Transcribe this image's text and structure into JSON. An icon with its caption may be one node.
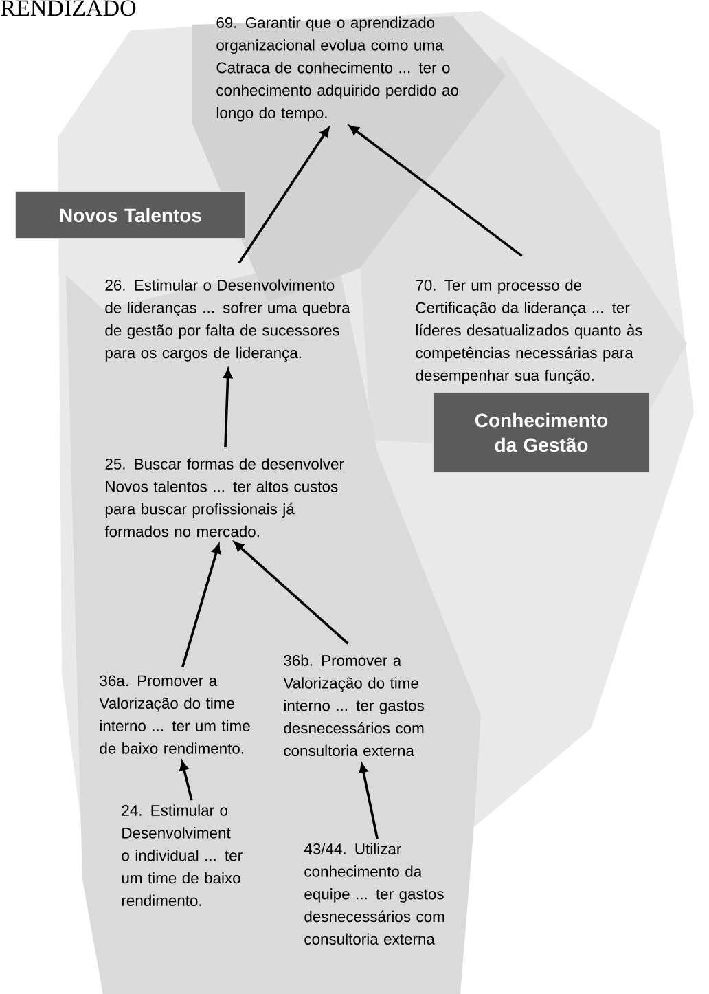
{
  "diagram": {
    "nodes": [
      {
        "text": [
          "69. Garantir que o aprendizado organizacional evolua como uma Catraca de conhecimento ... ter o conhecimento adquirido perdido ao longo do tempo."
        ]
      },
      {
        "text": [
          "26. Estimular o Desenvolvimento de lideranças ... sofrer uma quebra de gestão por falta de sucessores para os cargos de liderança."
        ]
      },
      {
        "text": [
          "70. Ter um processo de Certificação da liderança ... ter líderes desatualizados quanto às competências necessárias para desempenhar sua função."
        ]
      },
      {
        "text": [
          "25. Buscar formas de desenvolver Novos talentos ... ter altos custos para buscar profissionais já formados no mercado."
        ]
      },
      {
        "text": [
          "36a. Promover a Valorização do time interno ... ter um time de baixo rendimento."
        ]
      },
      {
        "text": [
          "36b. Promover a Valorização do time interno ... ter gastos desnecessários com consultoria externa"
        ]
      },
      {
        "text": [
          "24. Estimular o Desenvolviment o individual ... ter um time de baixo rendimento."
        ]
      },
      {
        "text": [
          "43/44. Utilizar conhecimento da equipe ... ter gastos desnecessários com consultoria externa"
        ]
      },
      {
        "text": [
          "Novos Talentos"
        ]
      },
      {
        "text": [
          "Conhecimento da Gestão"
        ]
      }
    ],
    "edges": [
      {
        "from": 1,
        "to": 0,
        "arrow": "to"
      },
      {
        "from": 2,
        "to": 0,
        "arrow": "to"
      },
      {
        "from": 3,
        "to": 1,
        "arrow": "to"
      },
      {
        "from": 4,
        "to": 3,
        "arrow": "to"
      },
      {
        "from": 5,
        "to": 3,
        "arrow": "to"
      },
      {
        "from": 6,
        "to": 4,
        "arrow": "to"
      },
      {
        "from": 7,
        "to": 5,
        "arrow": "to"
      }
    ],
    "labels": [
      "RENDIZADO"
    ]
  }
}
